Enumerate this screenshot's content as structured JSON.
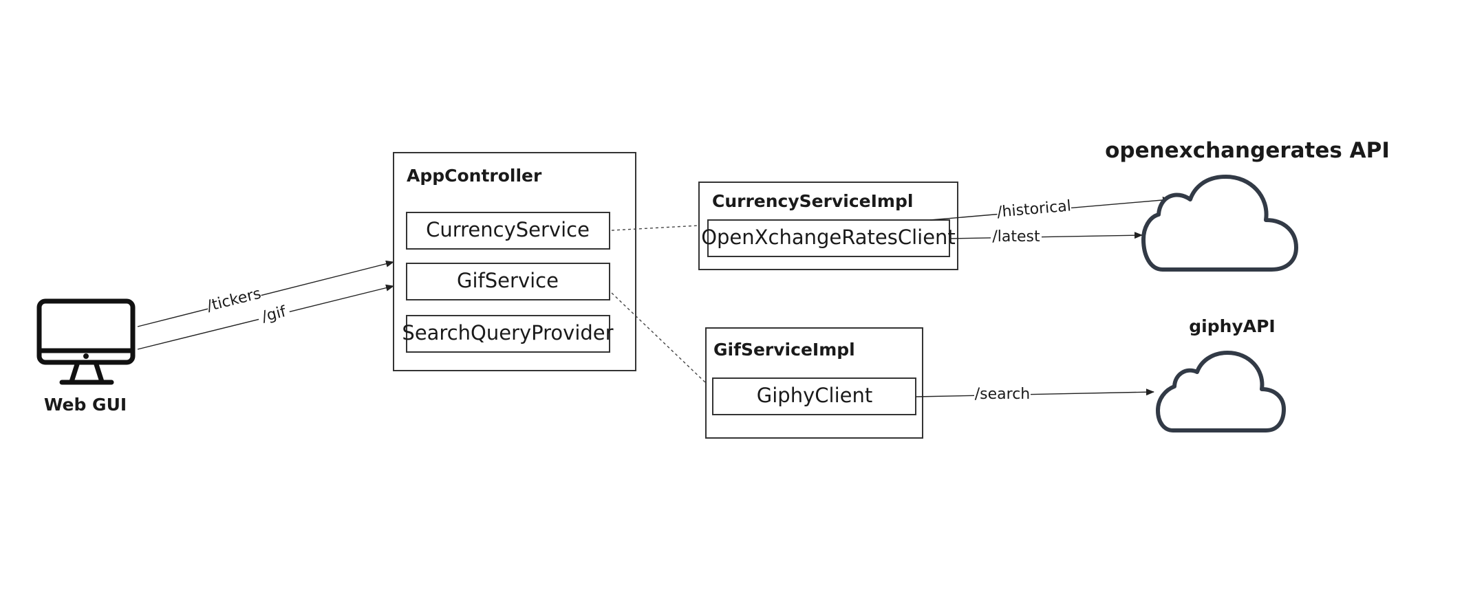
{
  "client": {
    "label": "Web GUI",
    "icon": "monitor-icon"
  },
  "app_controller": {
    "title": "AppController",
    "items": [
      "CurrencyService",
      "GifService",
      "SearchQueryProvider"
    ]
  },
  "currency_impl": {
    "title": "CurrencyServiceImpl",
    "client": "OpenXchangeRatesClient"
  },
  "gif_impl": {
    "title": "GifServiceImpl",
    "client": "GiphyClient"
  },
  "external": {
    "openexchange": {
      "title": "openexchangerates API",
      "icon": "cloud-icon"
    },
    "giphy": {
      "title": "giphyAPI",
      "icon": "cloud-icon"
    }
  },
  "edges": {
    "tickers": "/tickers",
    "gif": "/gif",
    "historical": "/historical",
    "latest": "/latest",
    "search": "/search"
  }
}
